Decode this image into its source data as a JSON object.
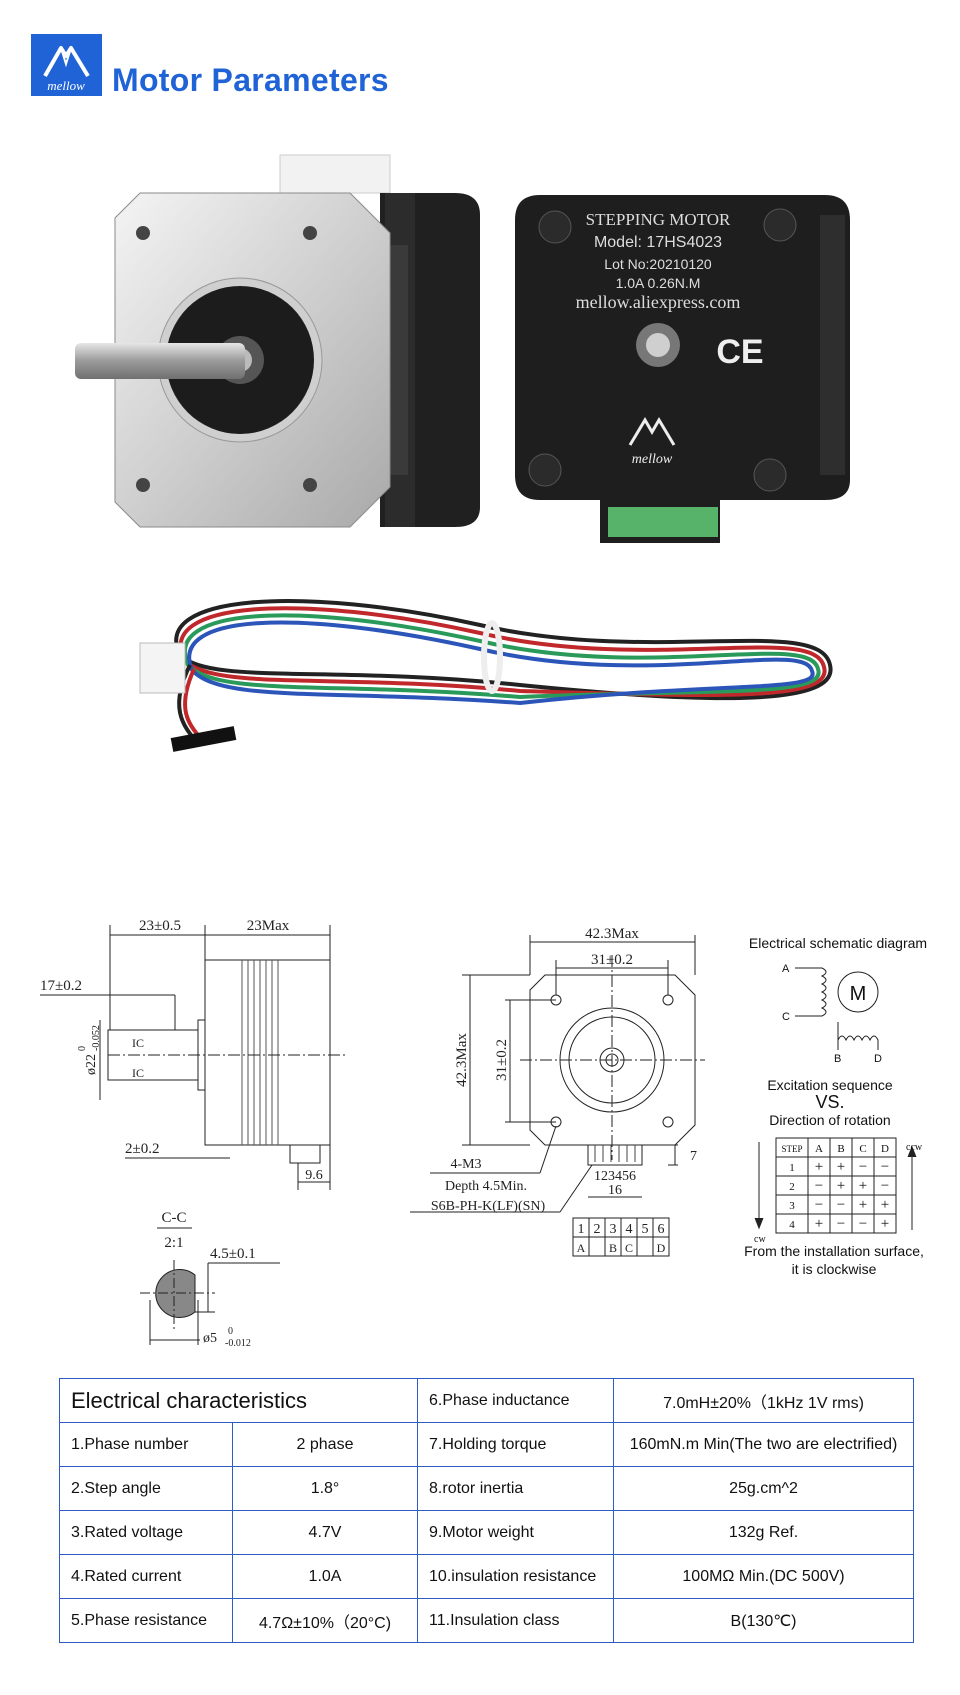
{
  "header": {
    "brand": "mellow",
    "title": "Motor Parameters"
  },
  "motor_label": {
    "line1": "STEPPING MOTOR",
    "line2": "Model: 17HS4023",
    "line3": "Lot  No:20210120",
    "line4": "1.0A  0.26N.M",
    "line5": "mellow.aliexpress.com",
    "ce": "CE",
    "brand": "mellow"
  },
  "side_view": {
    "dim_length": "23±0.5",
    "dim_max": "23Max",
    "dim_shaft": "17±0.2",
    "dim_dia_base": "ø22",
    "dim_dia_tol_top": "0",
    "dim_dia_tol_bottom": "-0.052",
    "dim_flange": "2±0.2",
    "dim_conn": "9.6",
    "ic_top": "IC",
    "ic_bottom": "IC"
  },
  "section": {
    "title": "C-C",
    "scale": "2:1",
    "dim_flat": "4.5±0.1",
    "dim_dia": "ø5",
    "tol_top": "0",
    "tol_bottom": "-0.012"
  },
  "front_view": {
    "dim_width": "42.3Max",
    "dim_hole_h": "31±0.2",
    "dim_height": "42.3Max",
    "dim_hole_v": "31±0.2",
    "dim_conn": "7",
    "screw": "4-M3",
    "depth": "Depth 4.5Min.",
    "connector": "S6B-PH-K(LF)(SN)",
    "pins": "123456",
    "pitch": "16",
    "pin_numbers": [
      "1",
      "2",
      "3",
      "4",
      "5",
      "6"
    ],
    "pin_phases": [
      "A",
      "",
      "B",
      "C",
      "",
      "D"
    ]
  },
  "schematic": {
    "title": "Electrical schematic diagram",
    "a": "A",
    "c": "C",
    "b": "B",
    "d": "D",
    "m": "M",
    "exc_line1": "Excitation sequence",
    "exc_line2": "VS.",
    "exc_line3": "Direction of rotation",
    "ccw": "ccw",
    "cw": "cw",
    "step_header": [
      "STEP",
      "A",
      "B",
      "C",
      "D"
    ],
    "steps": [
      [
        "1",
        "+",
        "+",
        "−",
        "−"
      ],
      [
        "2",
        "−",
        "+",
        "+",
        "−"
      ],
      [
        "3",
        "−",
        "−",
        "+",
        "+"
      ],
      [
        "4",
        "+",
        "−",
        "−",
        "+"
      ]
    ],
    "note_line1": "From the installation surface,",
    "note_line2": "it is clockwise"
  },
  "table": {
    "heading": "Electrical characteristics",
    "rows": [
      {
        "l1": "",
        "v1": "",
        "l2": "6.Phase inductance",
        "v2": "7.0mH±20%（1kHz 1V rms)"
      },
      {
        "l1": "1.Phase number",
        "v1": "2 phase",
        "l2": "7.Holding torque",
        "v2": "160mN.m Min(The two are electrified)"
      },
      {
        "l1": "2.Step angle",
        "v1": "1.8°",
        "l2": "8.rotor inertia",
        "v2": "25g.cm^2"
      },
      {
        "l1": "3.Rated voltage",
        "v1": "4.7V",
        "l2": "9.Motor weight",
        "v2": "132g Ref."
      },
      {
        "l1": "4.Rated current",
        "v1": "1.0A",
        "l2": "10.insulation resistance",
        "v2": "100MΩ Min.(DC 500V)"
      },
      {
        "l1": "5.Phase resistance",
        "v1": "4.7Ω±10%（20°C)",
        "l2": "11.Insulation class",
        "v2": "B(130℃)"
      }
    ]
  },
  "colors": {
    "brand_blue": "#1f63d6",
    "table_border": "#2f5cc4"
  }
}
